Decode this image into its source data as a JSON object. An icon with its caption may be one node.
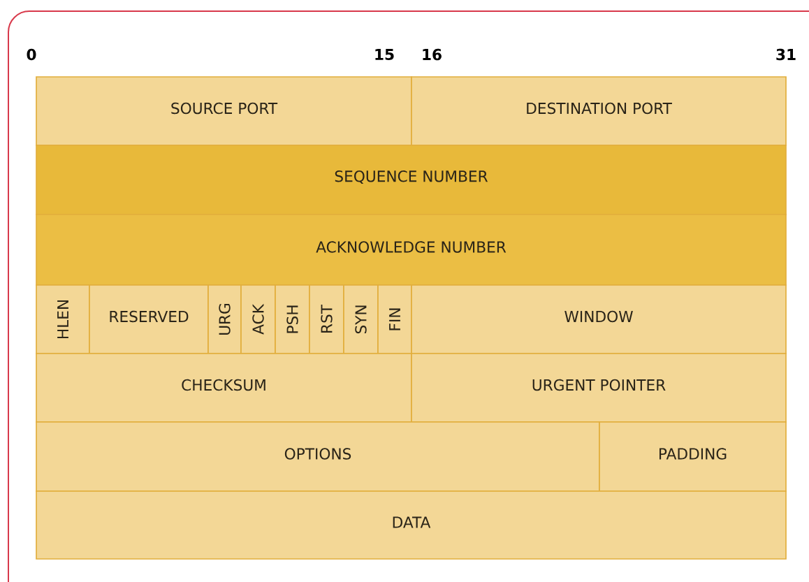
{
  "diagram": {
    "nodes": [
      {
        "text": [
          "SOURCE PORT"
        ]
      },
      {
        "text": [
          "DESTINATION PORT"
        ]
      },
      {
        "text": [
          "SEQUENCE NUMBER"
        ]
      },
      {
        "text": [
          "ACKNOWLEDGE NUMBER"
        ]
      },
      {
        "text": [
          "HLEN"
        ]
      },
      {
        "text": [
          "RESERVED"
        ]
      },
      {
        "text": [
          "URG"
        ]
      },
      {
        "text": [
          "ACK"
        ]
      },
      {
        "text": [
          "PSH"
        ]
      },
      {
        "text": [
          "RST"
        ]
      },
      {
        "text": [
          "SYN"
        ]
      },
      {
        "text": [
          "FIN"
        ]
      },
      {
        "text": [
          "WINDOW"
        ]
      },
      {
        "text": [
          "CHECKSUM"
        ]
      },
      {
        "text": [
          "URGENT POINTER"
        ]
      },
      {
        "text": [
          "OPTIONS"
        ]
      },
      {
        "text": [
          "PADDING"
        ]
      },
      {
        "text": [
          "DATA"
        ]
      }
    ],
    "labels": [
      "0",
      "15",
      "16",
      "31"
    ]
  }
}
